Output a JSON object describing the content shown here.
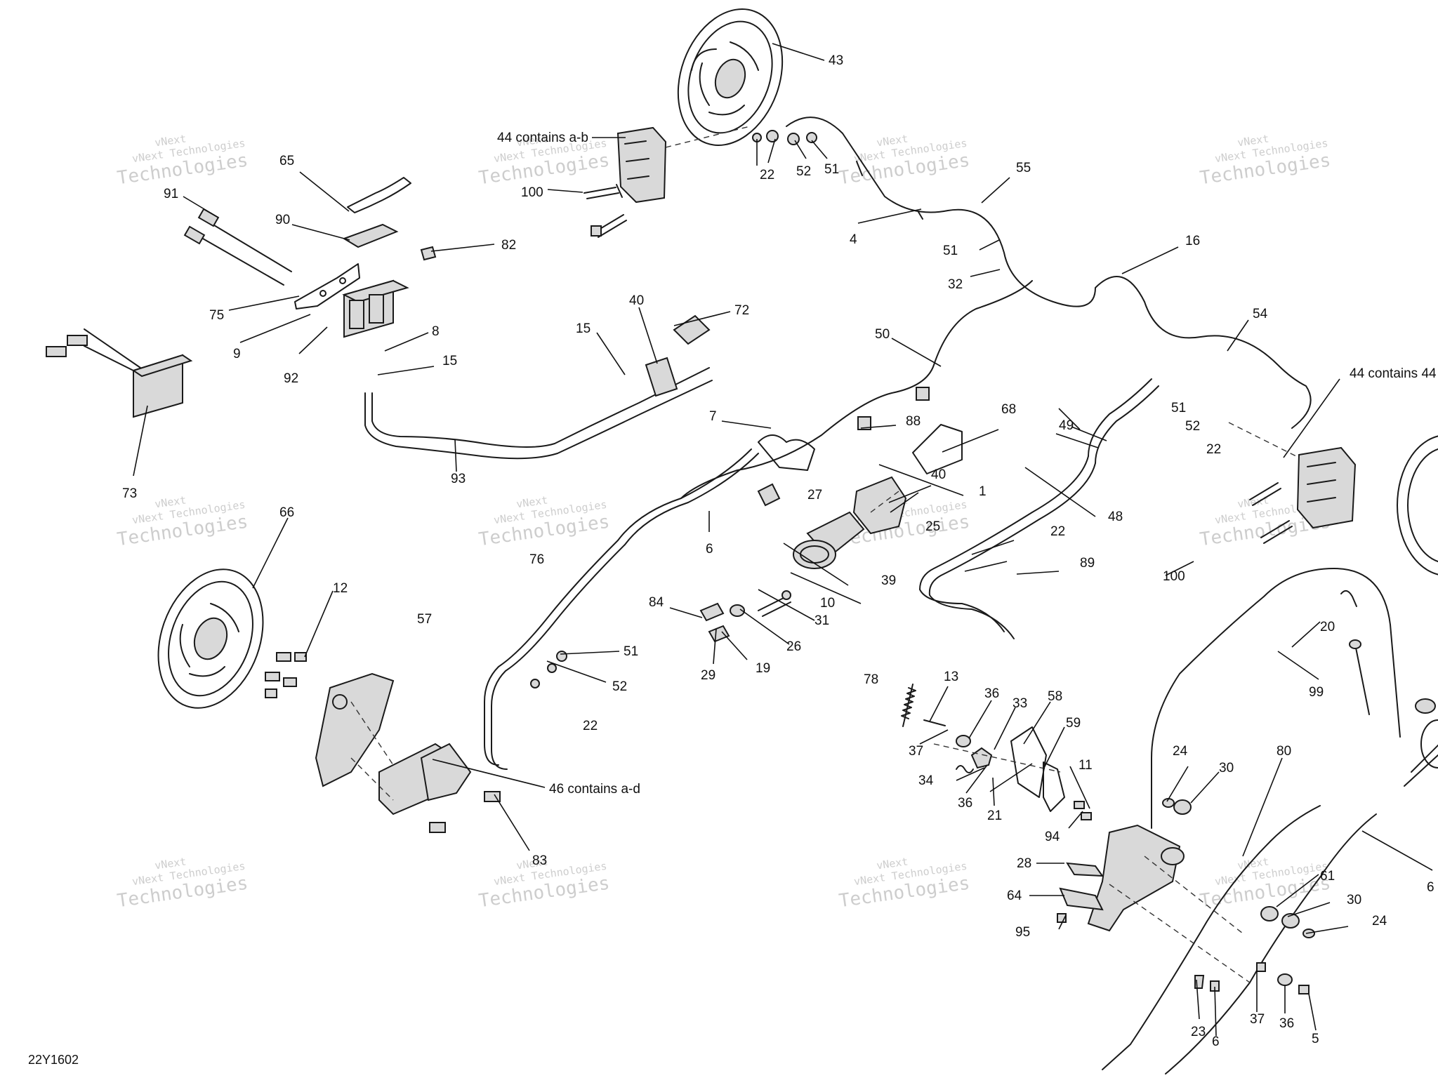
{
  "diagram_code": "22Y1602",
  "watermark": {
    "line1": "vNext",
    "line2": "vNext Technologies",
    "line3": "Technologies"
  },
  "callouts": [
    {
      "id": "43",
      "text": "43"
    },
    {
      "id": "44ab-top",
      "text": "44 contains a-b"
    },
    {
      "id": "22-top",
      "text": "22"
    },
    {
      "id": "52-top",
      "text": "52"
    },
    {
      "id": "51-top",
      "text": "51"
    },
    {
      "id": "100-top",
      "text": "100"
    },
    {
      "id": "65",
      "text": "65"
    },
    {
      "id": "91",
      "text": "91"
    },
    {
      "id": "90",
      "text": "90"
    },
    {
      "id": "82",
      "text": "82"
    },
    {
      "id": "55",
      "text": "55"
    },
    {
      "id": "4",
      "text": "4"
    },
    {
      "id": "51-mid",
      "text": "51"
    },
    {
      "id": "32",
      "text": "32"
    },
    {
      "id": "16",
      "text": "16"
    },
    {
      "id": "54",
      "text": "54"
    },
    {
      "id": "44-right",
      "text": "44 contains 44"
    },
    {
      "id": "75",
      "text": "75"
    },
    {
      "id": "9",
      "text": "9"
    },
    {
      "id": "92",
      "text": "92"
    },
    {
      "id": "8",
      "text": "8"
    },
    {
      "id": "15-a",
      "text": "15"
    },
    {
      "id": "15-b",
      "text": "15"
    },
    {
      "id": "40-top",
      "text": "40"
    },
    {
      "id": "72",
      "text": "72"
    },
    {
      "id": "50",
      "text": "50"
    },
    {
      "id": "51-r",
      "text": "51"
    },
    {
      "id": "52-r",
      "text": "52"
    },
    {
      "id": "22-r",
      "text": "22"
    },
    {
      "id": "73",
      "text": "73"
    },
    {
      "id": "93",
      "text": "93"
    },
    {
      "id": "7",
      "text": "7"
    },
    {
      "id": "88",
      "text": "88"
    },
    {
      "id": "68",
      "text": "68"
    },
    {
      "id": "49",
      "text": "49"
    },
    {
      "id": "40-mid",
      "text": "40"
    },
    {
      "id": "1",
      "text": "1"
    },
    {
      "id": "27",
      "text": "27"
    },
    {
      "id": "25",
      "text": "25"
    },
    {
      "id": "48",
      "text": "48"
    },
    {
      "id": "6-mid",
      "text": "6"
    },
    {
      "id": "66",
      "text": "66"
    },
    {
      "id": "76",
      "text": "76"
    },
    {
      "id": "22-mid",
      "text": "22"
    },
    {
      "id": "89",
      "text": "89"
    },
    {
      "id": "39",
      "text": "39"
    },
    {
      "id": "100-r",
      "text": "100"
    },
    {
      "id": "12",
      "text": "12"
    },
    {
      "id": "57",
      "text": "57"
    },
    {
      "id": "10",
      "text": "10"
    },
    {
      "id": "84",
      "text": "84"
    },
    {
      "id": "31",
      "text": "31"
    },
    {
      "id": "20",
      "text": "20"
    },
    {
      "id": "26",
      "text": "26"
    },
    {
      "id": "51-low",
      "text": "51"
    },
    {
      "id": "29",
      "text": "29"
    },
    {
      "id": "19",
      "text": "19"
    },
    {
      "id": "52-low",
      "text": "52"
    },
    {
      "id": "78",
      "text": "78"
    },
    {
      "id": "13",
      "text": "13"
    },
    {
      "id": "36-a",
      "text": "36"
    },
    {
      "id": "33",
      "text": "33"
    },
    {
      "id": "58",
      "text": "58"
    },
    {
      "id": "99",
      "text": "99"
    },
    {
      "id": "22-low",
      "text": "22"
    },
    {
      "id": "59",
      "text": "59"
    },
    {
      "id": "37-a",
      "text": "37"
    },
    {
      "id": "80",
      "text": "80"
    },
    {
      "id": "24-a",
      "text": "24"
    },
    {
      "id": "30-a",
      "text": "30"
    },
    {
      "id": "46ad",
      "text": "46 contains a-d"
    },
    {
      "id": "34",
      "text": "34"
    },
    {
      "id": "11",
      "text": "11"
    },
    {
      "id": "36-b",
      "text": "36"
    },
    {
      "id": "21",
      "text": "21"
    },
    {
      "id": "94",
      "text": "94"
    },
    {
      "id": "83",
      "text": "83"
    },
    {
      "id": "28",
      "text": "28"
    },
    {
      "id": "61",
      "text": "61"
    },
    {
      "id": "6-edge",
      "text": "6"
    },
    {
      "id": "64",
      "text": "64"
    },
    {
      "id": "30-b",
      "text": "30"
    },
    {
      "id": "24-b",
      "text": "24"
    },
    {
      "id": "95",
      "text": "95"
    },
    {
      "id": "23",
      "text": "23"
    },
    {
      "id": "6-low",
      "text": "6"
    },
    {
      "id": "37-b",
      "text": "37"
    },
    {
      "id": "36-c",
      "text": "36"
    },
    {
      "id": "5",
      "text": "5"
    }
  ]
}
